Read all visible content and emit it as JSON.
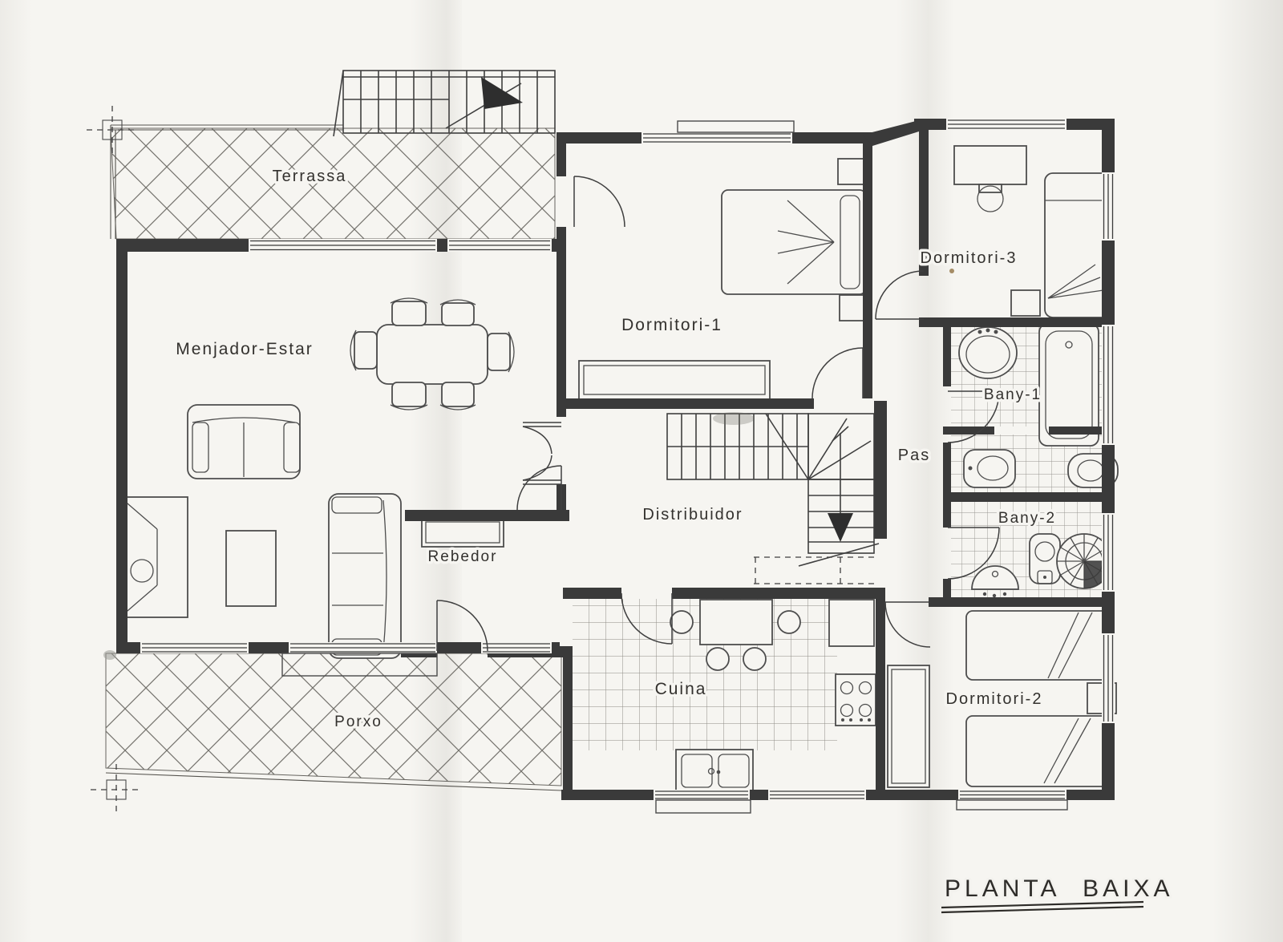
{
  "title": {
    "text": "PLANTA BAIXA"
  },
  "rooms": [
    {
      "id": "terrassa",
      "label": "Terrassa"
    },
    {
      "id": "menjador_estar",
      "label": "Menjador-Estar"
    },
    {
      "id": "dormitori_1",
      "label": "Dormitori-1"
    },
    {
      "id": "dormitori_3",
      "label": "Dormitori-3"
    },
    {
      "id": "bany_1",
      "label": "Bany-1"
    },
    {
      "id": "pas",
      "label": "Pas"
    },
    {
      "id": "bany_2",
      "label": "Bany-2"
    },
    {
      "id": "distribuidor",
      "label": "Distribuidor"
    },
    {
      "id": "rebedor",
      "label": "Rebedor"
    },
    {
      "id": "cuina",
      "label": "Cuina"
    },
    {
      "id": "dormitori_2",
      "label": "Dormitori-2"
    },
    {
      "id": "porxo",
      "label": "Porxo"
    }
  ],
  "colors": {
    "paper": "#f6f5f1",
    "ink": "#3a3a3a",
    "furniture_line": "#4d4d4d",
    "hatch_line": "#73716c"
  }
}
